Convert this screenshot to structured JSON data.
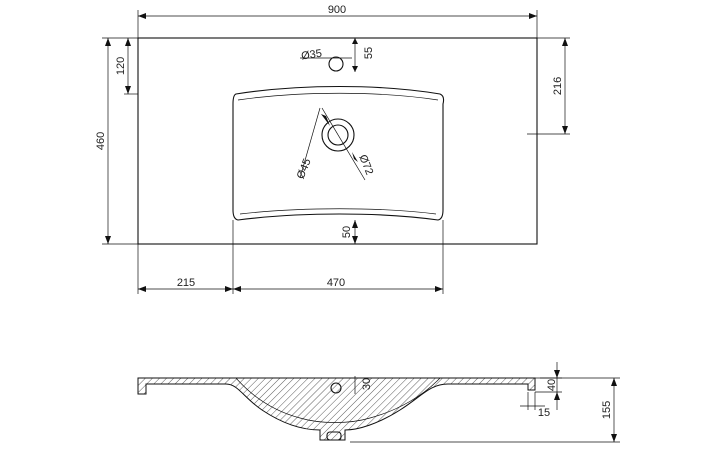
{
  "top_view": {
    "total_width": "900",
    "total_depth": "460",
    "tap_hole_diameter": "Ø35",
    "tap_hole_offset": "55",
    "tap_hole_from_front": "120",
    "bowl_depth_right": "216",
    "drain_outer": "Ø72",
    "drain_inner": "Ø45",
    "bowl_front_margin": "50",
    "left_margin": "215",
    "bowl_width": "470"
  },
  "side_view": {
    "tap_height": "30",
    "rim_height": "40",
    "rim_offset": "15",
    "total_height": "155"
  }
}
